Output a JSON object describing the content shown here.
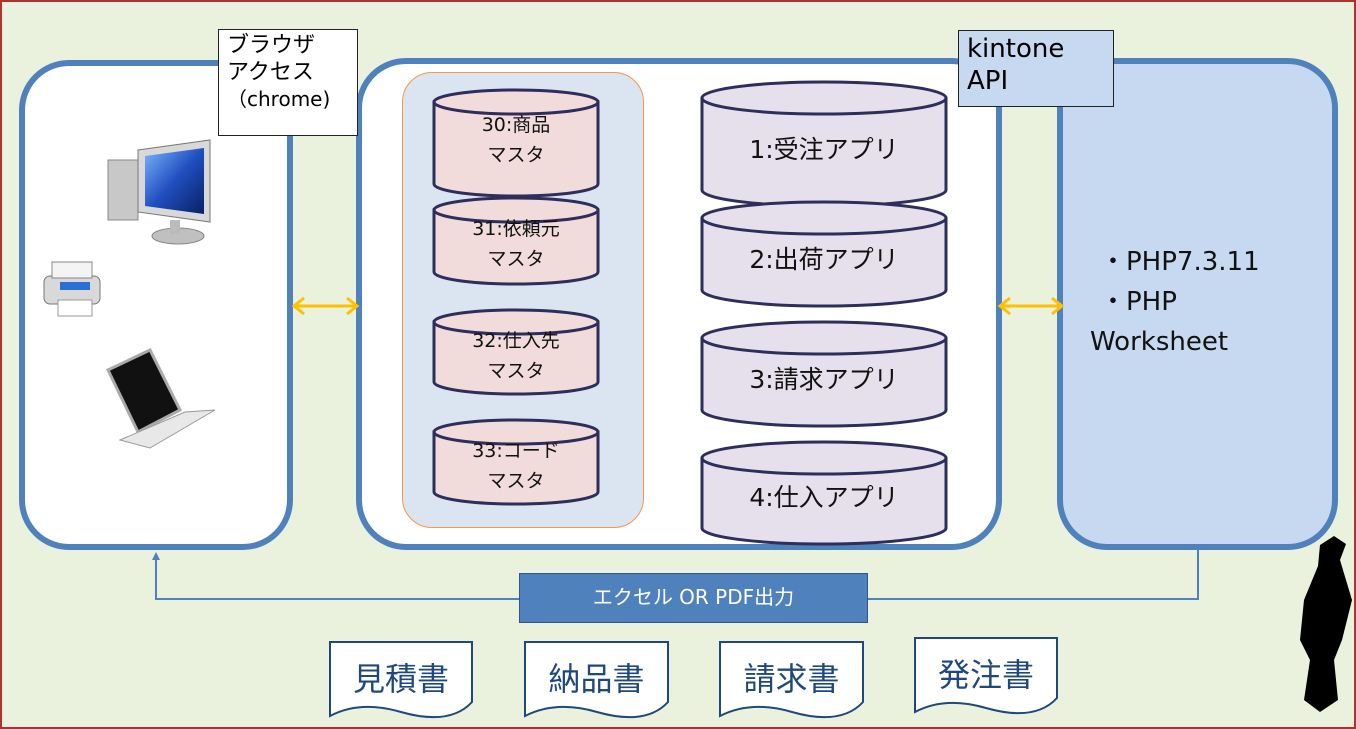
{
  "browser_label": {
    "line1": "ブラウザ",
    "line2": "アクセス",
    "line3": "（chrome)"
  },
  "api_label": {
    "line1": "kintone",
    "line2": "API"
  },
  "masters": [
    "30:商品\nマスタ",
    "31:依頼元\nマスタ",
    "32:仕入先\nマスタ",
    "33:コード\nマスタ"
  ],
  "apps": [
    "1:受注アプリ",
    "2:出荷アプリ",
    "3:請求アプリ",
    "4:仕入アプリ"
  ],
  "server": {
    "line1": "・PHP7.3.11",
    "line2": "・PHP",
    "line3": "Worksheet"
  },
  "output_label": "エクセル OR  PDF出力",
  "documents": [
    "見積書",
    "納品書",
    "請求書",
    "発注書"
  ],
  "colors": {
    "panel_border": "#4f81bd",
    "server_fill": "#c6d9f1",
    "db_fill": "#f2dcdb",
    "app_fill": "#e6e0ec",
    "arrow": "#ffc000",
    "output_box": "#4f81bd",
    "masters_group": "#dbe5f1",
    "masters_border": "#f79646"
  }
}
